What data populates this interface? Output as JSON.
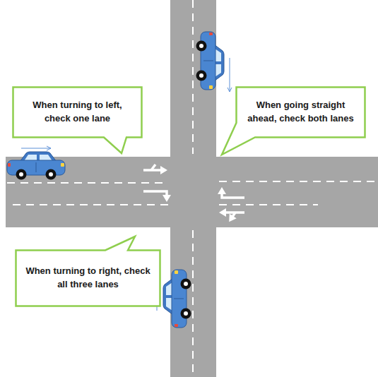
{
  "diagram": {
    "nodes": [
      {
        "text": [
          "When turning to left, check one lane"
        ]
      },
      {
        "text": [
          "When going straight ahead, check both lanes"
        ]
      },
      {
        "text": [
          "When turning to right, check all three lanes"
        ]
      }
    ]
  }
}
